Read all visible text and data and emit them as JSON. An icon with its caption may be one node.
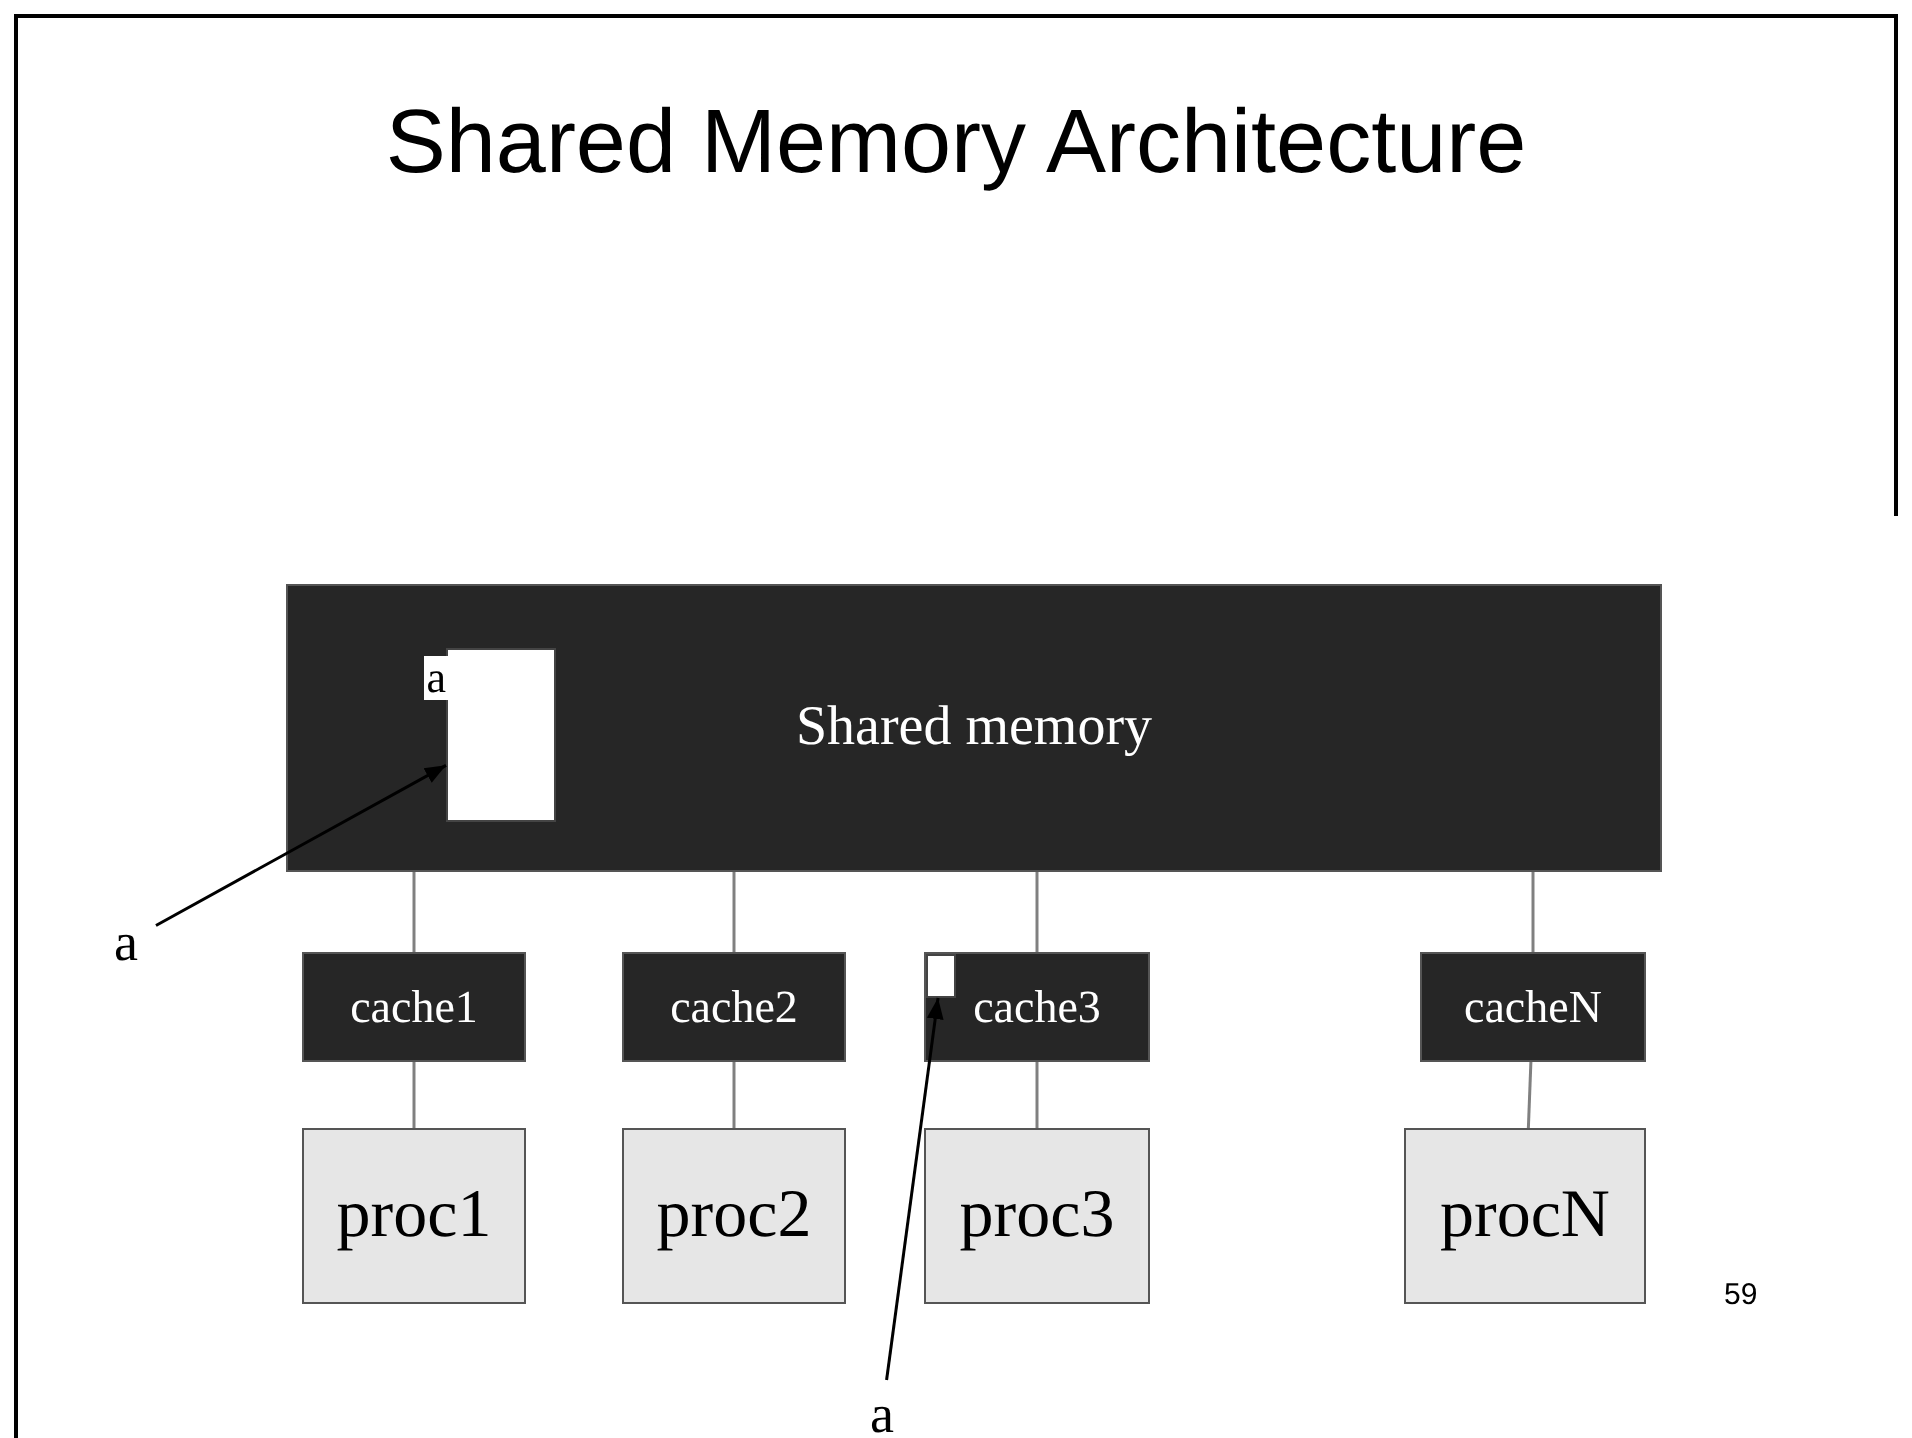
{
  "diagram": {
    "title": "Shared Memory Architecture",
    "nodes": [
      {
        "text": [
          "Shared memory"
        ]
      },
      {
        "text": [],
        "shape": "box",
        "in": 0,
        "beside": [
          "a"
        ]
      },
      {
        "text": [
          "a"
        ]
      },
      {
        "text": [
          "cache1"
        ]
      },
      {
        "text": [
          "cache2"
        ]
      },
      {
        "text": [
          "cache3"
        ]
      },
      {
        "text": [],
        "shape": "box",
        "in": 5
      },
      {
        "text": [
          "cacheN"
        ]
      },
      {
        "text": [
          "proc1"
        ]
      },
      {
        "text": [
          "proc2"
        ]
      },
      {
        "text": [
          "proc3"
        ]
      },
      {
        "text": [
          "procN"
        ]
      },
      {
        "text": [
          "a"
        ]
      }
    ],
    "edges": [
      {
        "from": 0,
        "to": 3,
        "arrow": "none"
      },
      {
        "from": 0,
        "to": 4,
        "arrow": "none"
      },
      {
        "from": 0,
        "to": 5,
        "arrow": "none"
      },
      {
        "from": 0,
        "to": 7,
        "arrow": "none"
      },
      {
        "from": 3,
        "to": 8,
        "arrow": "none"
      },
      {
        "from": 4,
        "to": 9,
        "arrow": "none"
      },
      {
        "from": 5,
        "to": 10,
        "arrow": "none"
      },
      {
        "from": 7,
        "to": 11,
        "arrow": "none"
      },
      {
        "from": 2,
        "to": 1,
        "arrow": "to",
        "color": "#000000"
      },
      {
        "from": 12,
        "to": 6,
        "arrow": "to",
        "color": "#000000"
      }
    ],
    "labels": [
      "59"
    ]
  }
}
